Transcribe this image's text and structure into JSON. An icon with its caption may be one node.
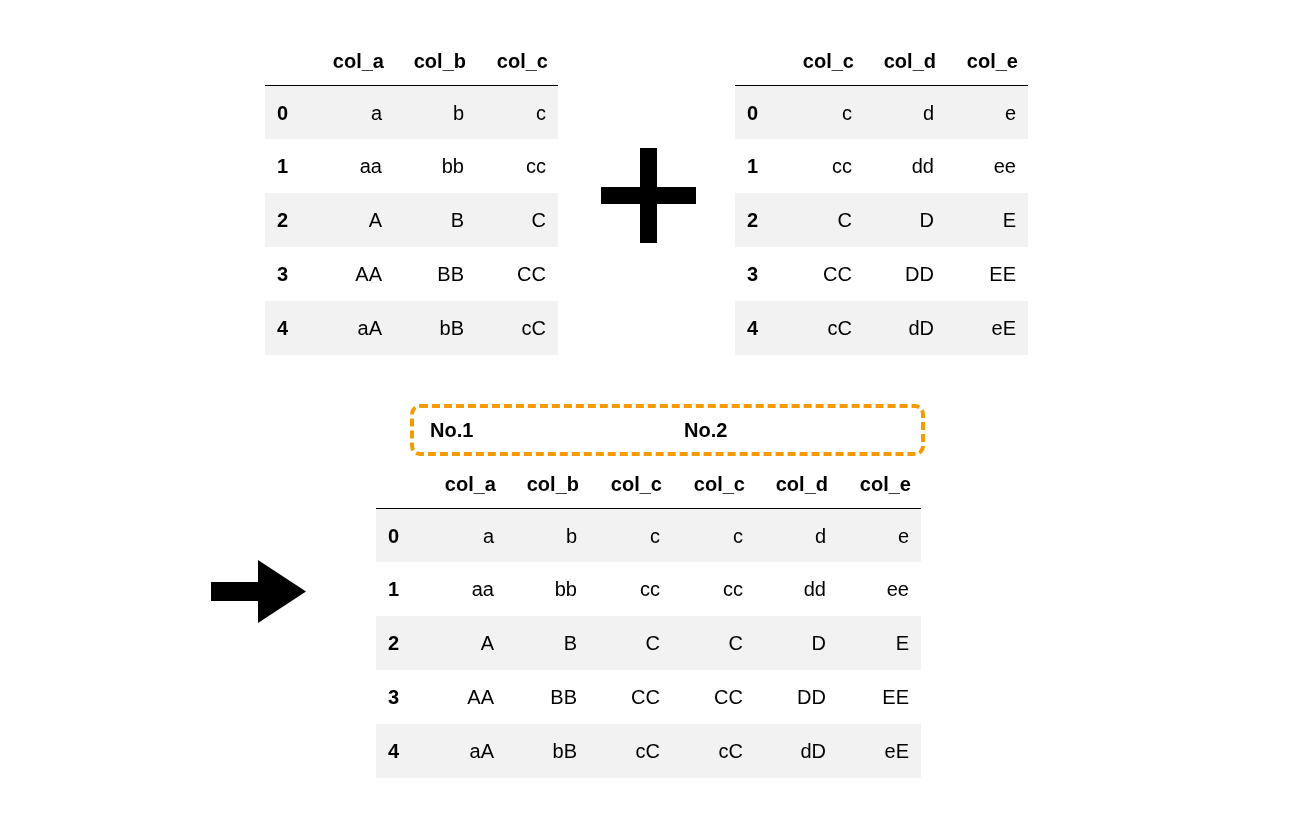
{
  "diagram": {
    "nodes": [
      {
        "text": [
          "No.1",
          "No.2"
        ]
      }
    ],
    "labels": [
      "col_a",
      "col_b",
      "col_c",
      "0",
      "a",
      "b",
      "c",
      "1",
      "aa",
      "bb",
      "cc",
      "2",
      "A",
      "B",
      "C",
      "3",
      "AA",
      "BB",
      "CC",
      "4",
      "aA",
      "bB",
      "cC",
      "col_c",
      "col_d",
      "col_e",
      "0",
      "c",
      "d",
      "e",
      "1",
      "cc",
      "dd",
      "ee",
      "2",
      "C",
      "D",
      "E",
      "3",
      "CC",
      "DD",
      "EE",
      "4",
      "cC",
      "dD",
      "eE",
      "col_a",
      "col_b",
      "col_c",
      "col_c",
      "col_d",
      "col_e",
      "0",
      "a",
      "b",
      "c",
      "c",
      "d",
      "e",
      "1",
      "aa",
      "bb",
      "cc",
      "cc",
      "dd",
      "ee",
      "2",
      "A",
      "B",
      "C",
      "C",
      "D",
      "E",
      "3",
      "AA",
      "BB",
      "CC",
      "CC",
      "DD",
      "EE",
      "4",
      "aA",
      "bB",
      "cC",
      "cC",
      "dD",
      "eE"
    ]
  }
}
